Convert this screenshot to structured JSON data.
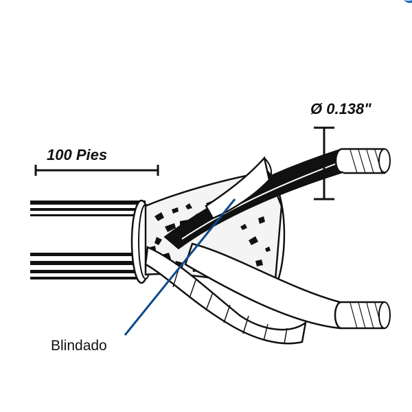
{
  "labels": {
    "length": "100 Pies",
    "diameter": "Ø 0.138\"",
    "shield": "Blindado"
  },
  "colors": {
    "outline": "#111111",
    "leader_line": "#0b4a8b",
    "corner_accent": "#1e6fb8",
    "background": "#ffffff"
  }
}
